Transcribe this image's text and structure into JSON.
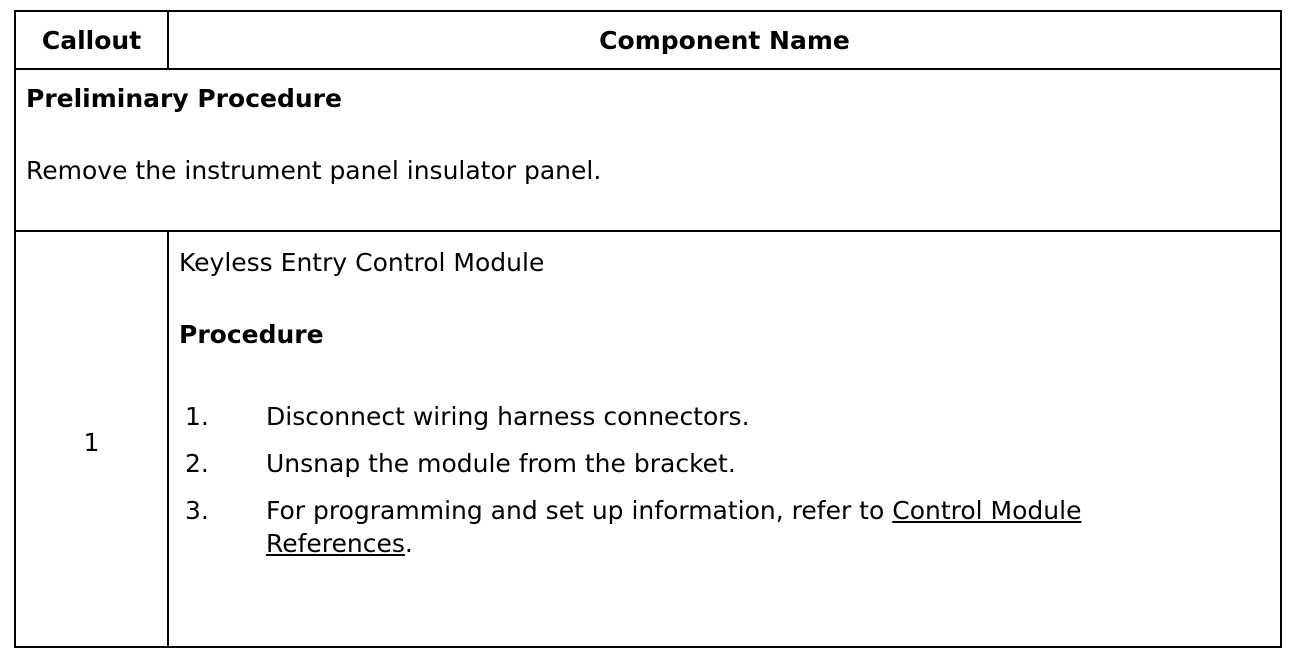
{
  "table": {
    "header": {
      "callout": "Callout",
      "component_name": "Component Name"
    },
    "preliminary": {
      "title": "Preliminary Procedure",
      "text": "Remove the instrument panel insulator panel."
    },
    "items": [
      {
        "callout": "1",
        "component": "Keyless Entry Control Module",
        "procedure_title": "Procedure",
        "steps": [
          {
            "num": "1.",
            "text": "Disconnect wiring harness connectors."
          },
          {
            "num": "2.",
            "text": "Unsnap the module from the bracket."
          },
          {
            "num": "3.",
            "text": "For programming and set up information, refer to ",
            "link": "Control Module References",
            "suffix": "."
          }
        ]
      }
    ]
  }
}
